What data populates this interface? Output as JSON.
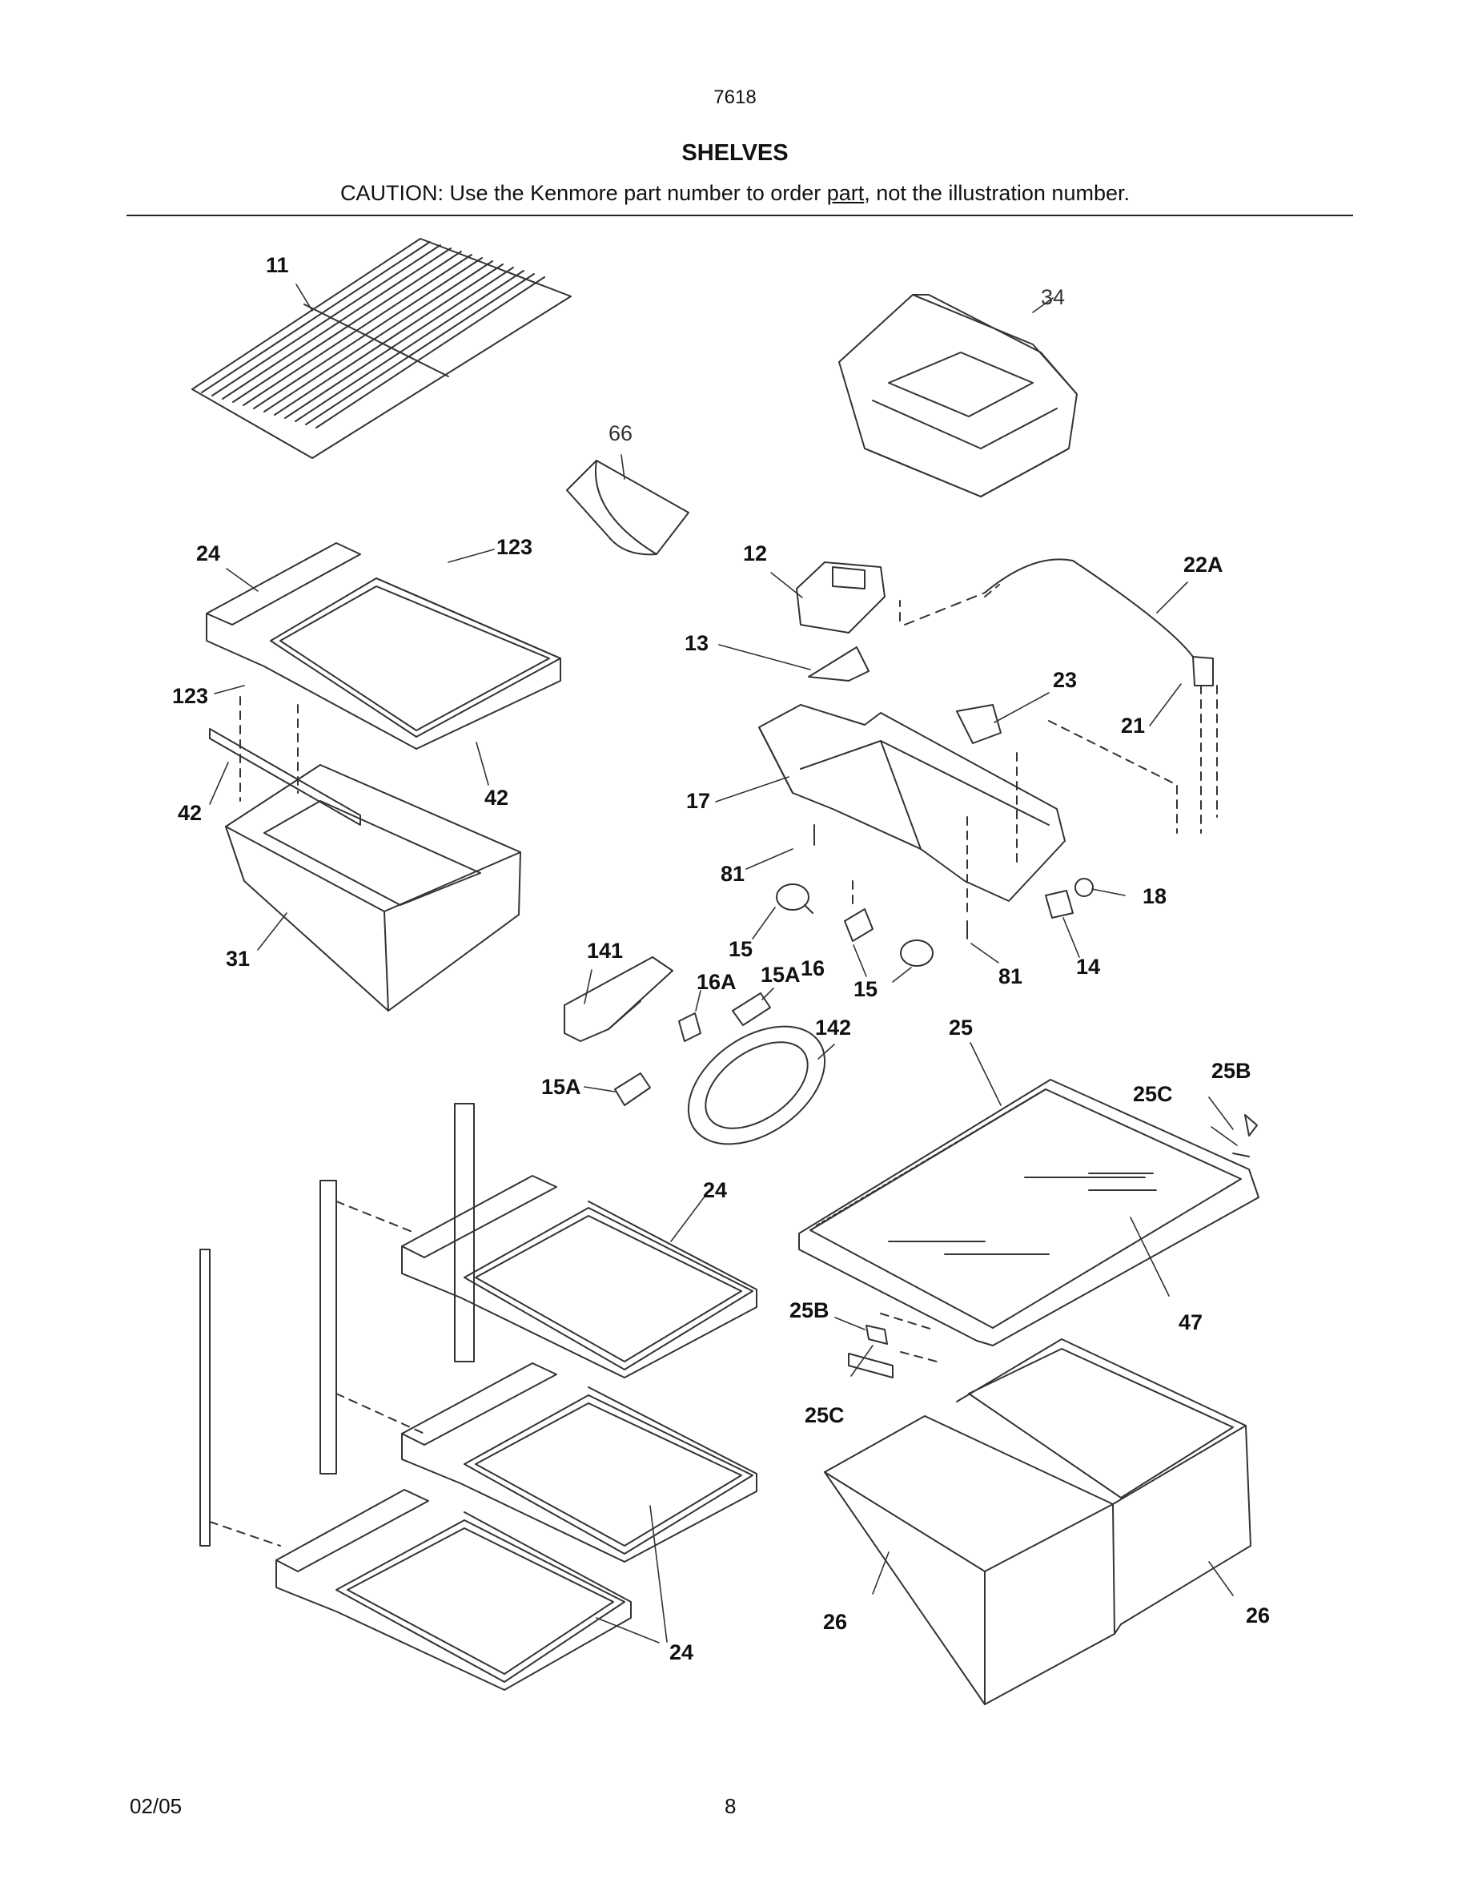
{
  "header": {
    "doc_number": "7618",
    "title": "SHELVES",
    "caution_before": "CAUTION: Use the Kenmore part number to order ",
    "caution_underlined": "part",
    "caution_after": ", not the illustration number."
  },
  "callouts": {
    "c11": "11",
    "c34": "34",
    "c66": "66",
    "c24a": "24",
    "c123a": "123",
    "c123b": "123",
    "c42a": "42",
    "c42b": "42",
    "c31": "31",
    "c12": "12",
    "c13": "13",
    "c22A": "22A",
    "c23": "23",
    "c21": "21",
    "c17": "17",
    "c81a": "81",
    "c81b": "81",
    "c18": "18",
    "c14": "14",
    "c15a": "15",
    "c15b": "15",
    "c16": "16",
    "c15Aa": "15A",
    "c15Ab": "15A",
    "c16A": "16A",
    "c141": "141",
    "c142": "142",
    "c25": "25",
    "c25B_top": "25B",
    "c25C_top": "25C",
    "c25B_bot": "25B",
    "c25C_bot": "25C",
    "c47": "47",
    "c24b": "24",
    "c24c": "24",
    "c26a": "26",
    "c26b": "26"
  },
  "footer": {
    "date": "02/05",
    "page": "8"
  }
}
